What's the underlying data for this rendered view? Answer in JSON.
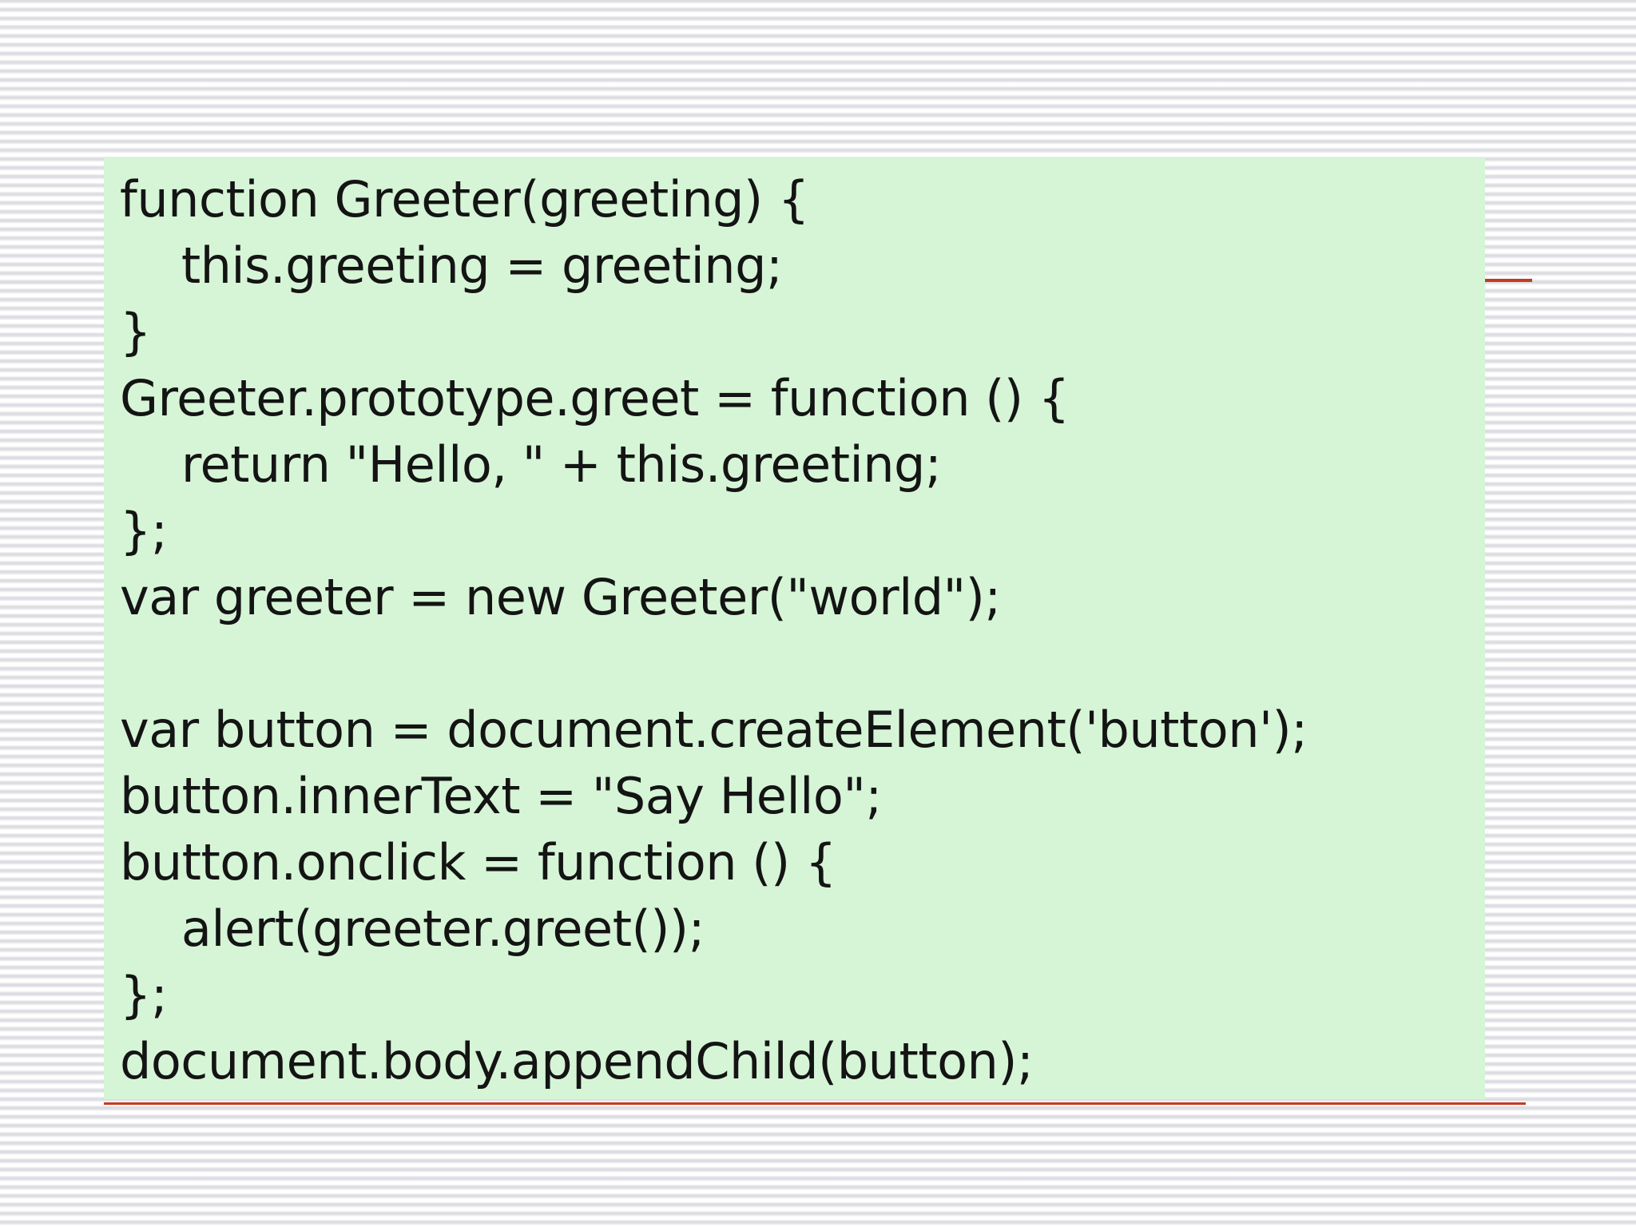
{
  "slide": {
    "kind": "presentation-code-slide",
    "colors": {
      "page_bg": "#ffffff",
      "stripe_gray": "#dcdce2",
      "code_box_bg": "#d6f5d7",
      "code_text": "#141414",
      "accent_red": "#c23b22"
    }
  },
  "code_block": {
    "language": "javascript",
    "lines": [
      "function Greeter(greeting) {",
      "    this.greeting = greeting;",
      "}",
      "Greeter.prototype.greet = function () {",
      "    return \"Hello, \" + this.greeting;",
      "};",
      "var greeter = new Greeter(\"world\");",
      "",
      "var button = document.createElement('button');",
      "button.innerText = \"Say Hello\";",
      "button.onclick = function () {",
      "    alert(greeter.greet());",
      "};",
      "document.body.appendChild(button);"
    ]
  }
}
